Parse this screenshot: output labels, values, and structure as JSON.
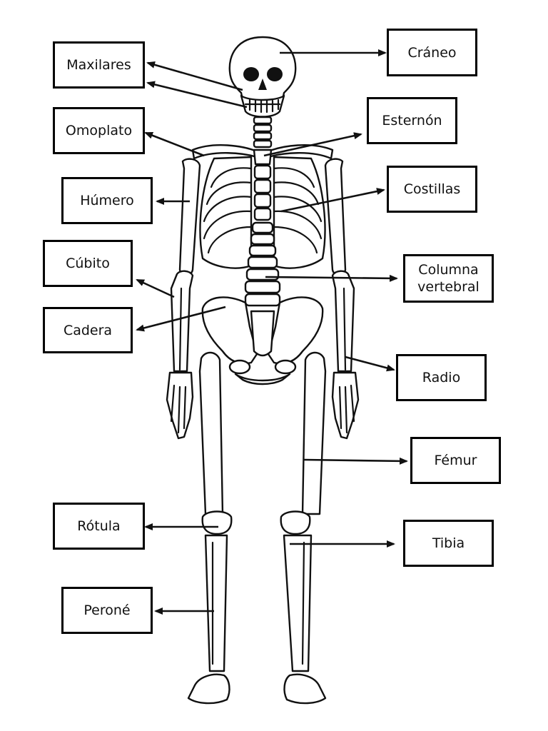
{
  "labels": {
    "craneo": "Cráneo",
    "maxilares": "Maxilares",
    "esternon": "Esternón",
    "omoplato": "Omoplato",
    "costillas": "Costillas",
    "humero": "Húmero",
    "cubito": "Cúbito",
    "columna": "Columna\nvertebral",
    "cadera": "Cadera",
    "radio": "Radio",
    "femur": "Fémur",
    "rotula": "Rótula",
    "tibia": "Tibia",
    "perone": "Peroné"
  },
  "colors": {
    "ink": "#111111",
    "background": "#ffffff"
  }
}
